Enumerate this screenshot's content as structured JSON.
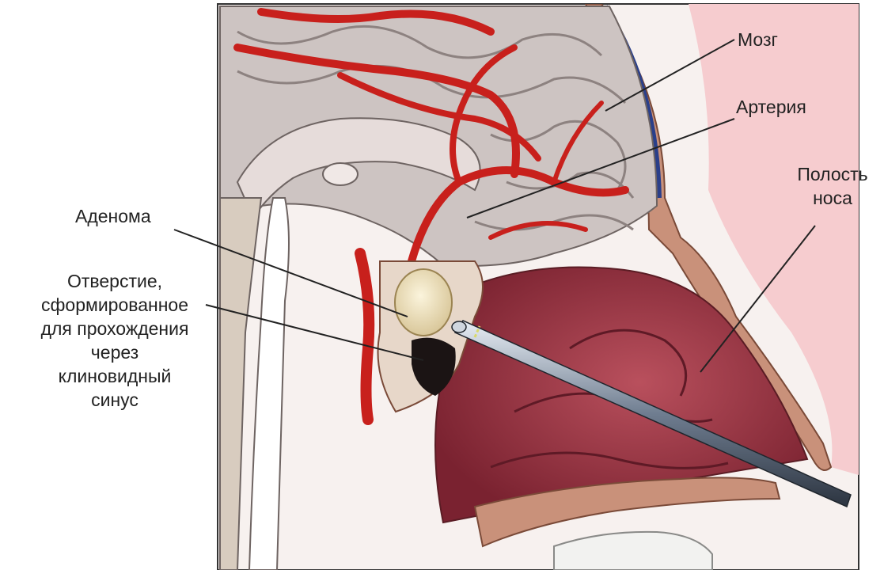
{
  "labels": {
    "brain": "Мозг",
    "artery": "Артерия",
    "nasal_cavity": "Полость\nноса",
    "adenoma": "Аденома",
    "opening": "Отверстие,\nсформированное\nдля прохождения\nчерез\nклиновидный\nсинус"
  },
  "colors": {
    "artery": "#c8201c",
    "brain": "#cfc6c4",
    "mucosa": "#a8424e",
    "tumor": "#efe4c4",
    "vein": "#2a3f8a"
  }
}
